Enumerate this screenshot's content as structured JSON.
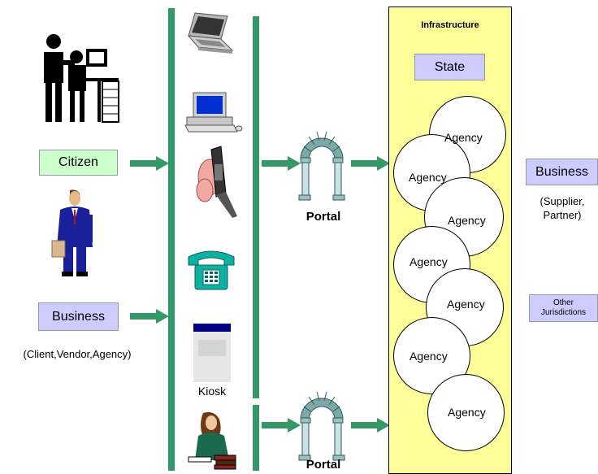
{
  "left": {
    "citizen_label": "Citizen",
    "business_label": "Business",
    "business_sub": "(Client,Vendor,Agency)"
  },
  "channels": {
    "kiosk_label": "Kiosk"
  },
  "portals": [
    {
      "label": "Portal"
    },
    {
      "label": "Portal"
    }
  ],
  "infrastructure": {
    "title": "Infrastructure",
    "state_label": "State",
    "agencies": [
      "Agency",
      "Agency",
      "Agency",
      "Agency",
      "Agency",
      "Agency",
      "Agency"
    ]
  },
  "right": {
    "business_label": "Business",
    "business_sub_line1": "(Supplier,",
    "business_sub_line2": "Partner)",
    "other_line1": "Other",
    "other_line2": "Jurisdictions"
  },
  "colors": {
    "green_bar": "#339966",
    "label_green_fill": "#ccffcc",
    "label_purple_fill": "#ccccff",
    "infrastructure_fill": "#ffff99",
    "arch": "#669999"
  }
}
